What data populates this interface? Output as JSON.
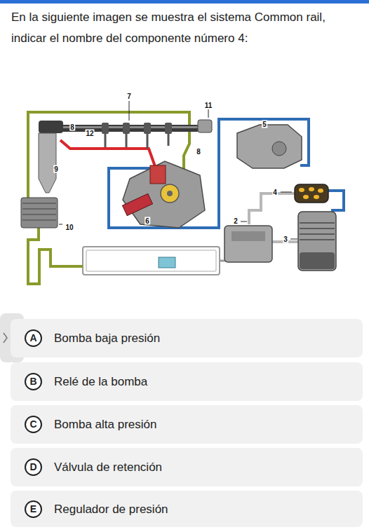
{
  "diagram": {
    "title": "En la siguiente imagen se muestra el sistema Common rail, indicar el nombre del componente número 4:",
    "nodes": [
      {
        "text": [
          "Bomba baja presión"
        ]
      },
      {
        "text": [
          "A"
        ],
        "in": 0
      },
      {
        "text": [
          "Relé de la bomba"
        ]
      },
      {
        "text": [
          "B"
        ],
        "in": 2
      },
      {
        "text": [
          "Bomba alta presión"
        ]
      },
      {
        "text": [
          "C"
        ],
        "in": 4
      },
      {
        "text": [
          "Válvula de retención"
        ]
      },
      {
        "text": [
          "D"
        ],
        "in": 6
      },
      {
        "text": [
          "Regulador de presión"
        ]
      },
      {
        "text": [
          "E"
        ],
        "in": 8
      }
    ],
    "labels": [
      "7",
      "11",
      "8",
      "12",
      "5",
      "8",
      "9",
      "4",
      "6",
      "2",
      "10",
      "3"
    ]
  }
}
